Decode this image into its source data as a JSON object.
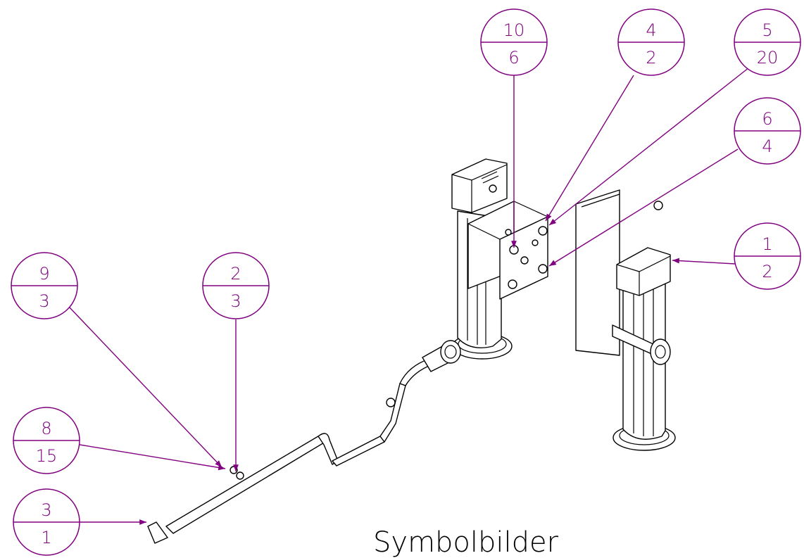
{
  "caption": "Symbolbilder",
  "colors": {
    "annotation": "#800080",
    "line": "#000000",
    "background": "#ffffff"
  },
  "balloons": [
    {
      "id": "b-10-6",
      "top": "10",
      "bottom": "6"
    },
    {
      "id": "b-4-2",
      "top": "4",
      "bottom": "2"
    },
    {
      "id": "b-5-20",
      "top": "5",
      "bottom": "20"
    },
    {
      "id": "b-6-4",
      "top": "6",
      "bottom": "4"
    },
    {
      "id": "b-1-2",
      "top": "1",
      "bottom": "2"
    },
    {
      "id": "b-9-3",
      "top": "9",
      "bottom": "3"
    },
    {
      "id": "b-2-3",
      "top": "2",
      "bottom": "3"
    },
    {
      "id": "b-8-15",
      "top": "8",
      "bottom": "15"
    },
    {
      "id": "b-3-1",
      "top": "3",
      "bottom": "1"
    }
  ]
}
